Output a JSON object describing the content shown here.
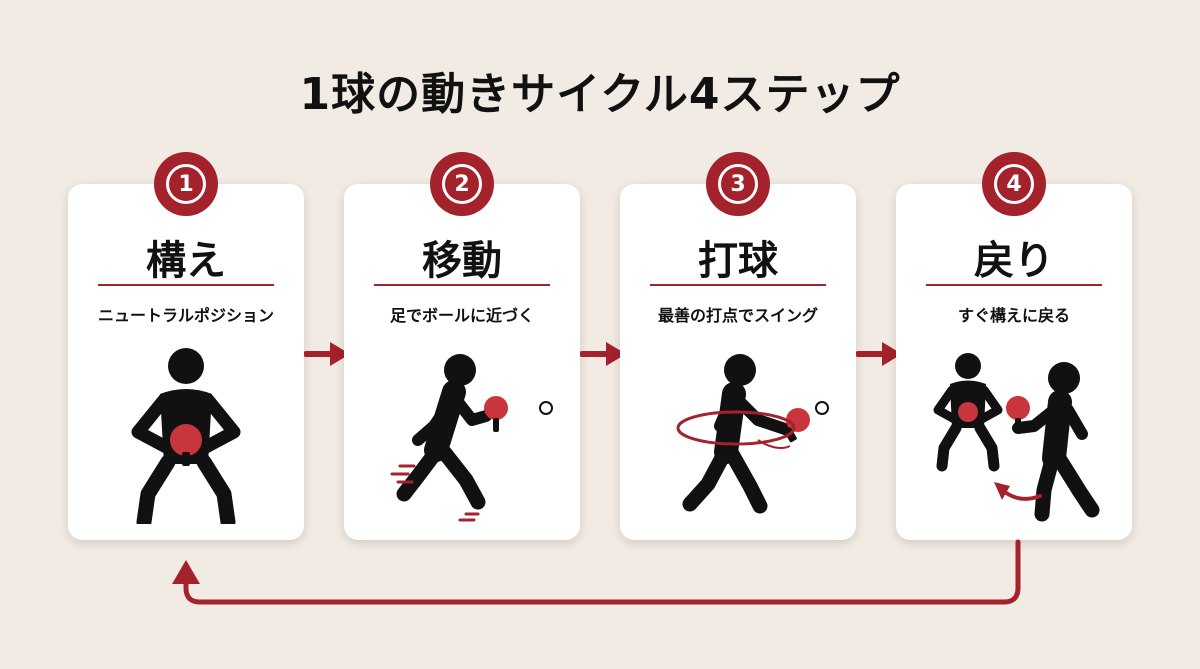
{
  "title": "1球の動きサイクル4ステップ",
  "steps": [
    {
      "number": "1",
      "title": "構え",
      "description": "ニュートラルポジション",
      "icon": "ready-stance-figure-icon"
    },
    {
      "number": "2",
      "title": "移動",
      "description": "足でボールに近づく",
      "icon": "moving-player-figure-icon"
    },
    {
      "number": "3",
      "title": "打球",
      "description": "最善の打点でスイング",
      "icon": "swinging-player-figure-icon"
    },
    {
      "number": "4",
      "title": "戻り",
      "description": "すぐ構えに戻る",
      "icon": "returning-player-figure-icon"
    }
  ],
  "colors": {
    "accent": "#a3222c",
    "background": "#f1ebe3",
    "card": "#ffffff",
    "figure": "#111111",
    "paddle": "#c8353c"
  }
}
